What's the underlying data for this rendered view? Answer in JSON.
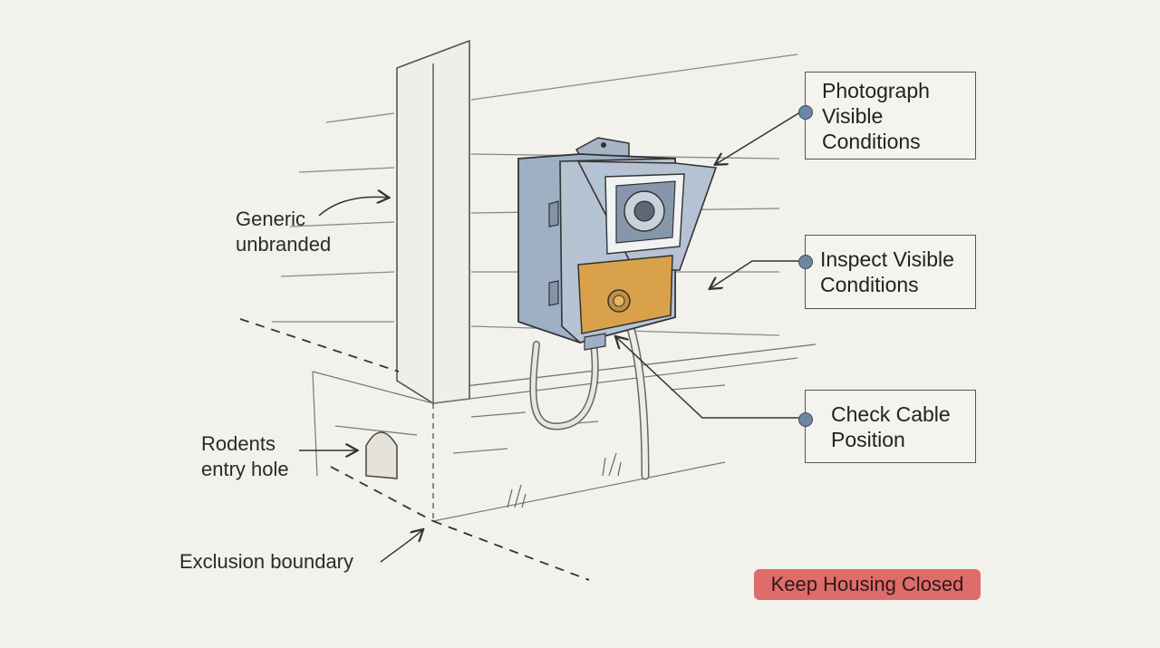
{
  "labels": {
    "generic": [
      "Generic",
      "unbranded"
    ],
    "rodents": [
      "Rodents",
      "entry hole"
    ],
    "exclusion": "Exclusion boundary"
  },
  "callouts": {
    "photograph": [
      "Photograph",
      "Visible",
      "Conditions"
    ],
    "inspect": [
      "Inspect Visible",
      "Conditions"
    ],
    "check": [
      "Check Cable",
      "Position"
    ]
  },
  "warning": "Keep Housing Closed",
  "colors": {
    "background": "#f2f1ec",
    "housing": "#9fb0c4",
    "compartment": "#d9a24a",
    "warning": "#e06b6b",
    "callout_dot": "#6f86a3"
  }
}
